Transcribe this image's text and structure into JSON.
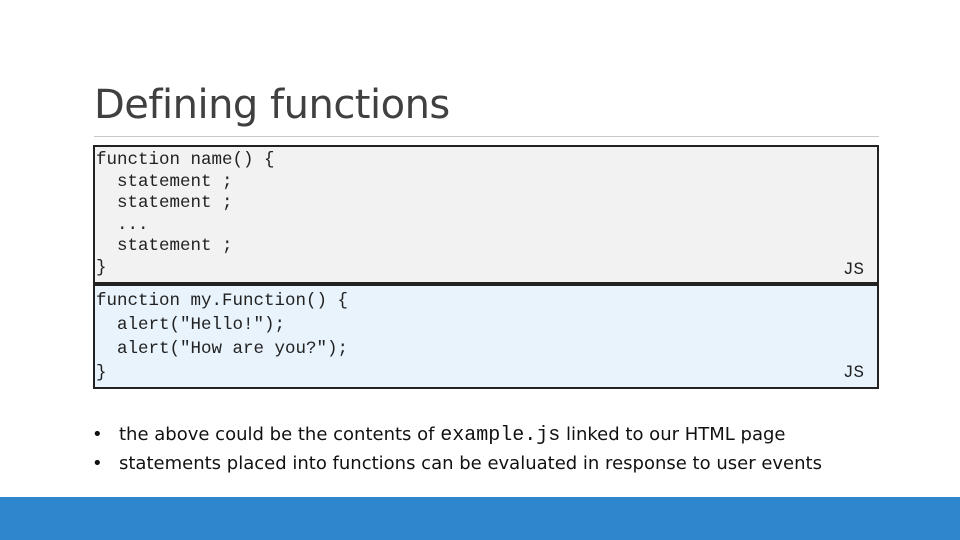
{
  "slide": {
    "title": "Defining functions",
    "code_blocks": [
      {
        "code": "function name() {\n  statement ;\n  statement ;\n  ...\n  statement ;\n}",
        "lang_label": "JS"
      },
      {
        "code": "function my.Function() {\n  alert(\"Hello!\");\n  alert(\"How are you?\");\n}",
        "lang_label": "JS"
      }
    ],
    "bullets": [
      {
        "marker": "•",
        "text_before": "the above could be the contents of ",
        "code": "example.js",
        "text_after": " linked to our HTML page"
      },
      {
        "marker": "•",
        "text": "statements placed into functions can be evaluated in response to user events"
      }
    ],
    "colors": {
      "footer": "#2e87cc",
      "code_gray_bg": "#f2f2f2",
      "code_blue_bg": "#e8f3fc"
    }
  }
}
